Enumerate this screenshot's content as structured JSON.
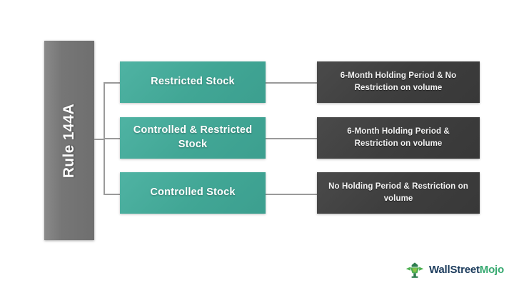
{
  "diagram": {
    "root": {
      "label": "Rule 144A",
      "color": "#767676",
      "orientation": "vertical"
    },
    "branches": [
      {
        "category": "Restricted Stock",
        "detail": "6-Month Holding Period & No Restriction on volume"
      },
      {
        "category": "Controlled & Restricted Stock",
        "detail": "6-Month Holding Period & Restriction on volume"
      },
      {
        "category": "Controlled Stock",
        "detail": "No Holding Period & Restriction on volume"
      }
    ],
    "colors": {
      "root_bar": "#767676",
      "category_box": "#41a695",
      "detail_box": "#3e3e3e",
      "connector": "#9a9a9a",
      "background": "#ffffff",
      "category_text": "#ffffff",
      "detail_text": "#f2f2f2"
    }
  },
  "brand": {
    "name_primary": "WallStreet",
    "name_accent": "Mojo",
    "icon": "wallstreetmojo-bull-icon",
    "primary_color": "#1b3b5c",
    "accent_color": "#35a86f"
  }
}
